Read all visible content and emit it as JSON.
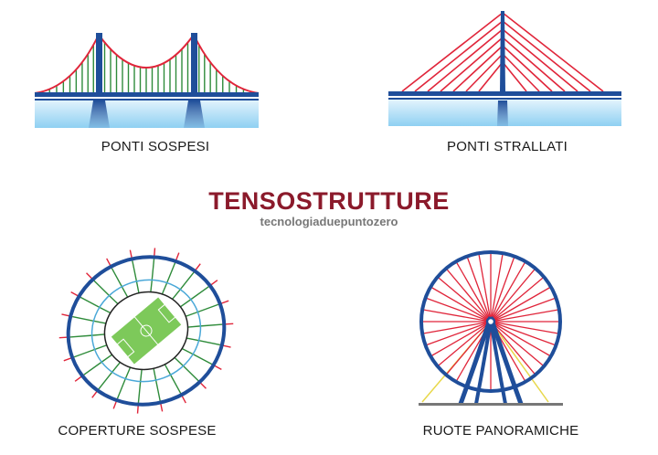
{
  "title": "TENSOSTRUTTURE",
  "subtitle": "tecnologiaduepuntozero",
  "items": [
    {
      "label": "PONTI SOSPESI"
    },
    {
      "label": "PONTI STRALLATI"
    },
    {
      "label": "COPERTURE SOSPESE"
    },
    {
      "label": "RUOTE PANORAMICHE"
    }
  ],
  "colors": {
    "title": "#8b1a2b",
    "subtitle": "#777777",
    "structure": "#1f4e9a",
    "cable": "#e0253a",
    "hanger": "#2e8b3a",
    "water_top": "#cfe9f8",
    "water_bottom": "#8fcdf0",
    "field": "#7dc95a",
    "support": "#e8d84a"
  }
}
